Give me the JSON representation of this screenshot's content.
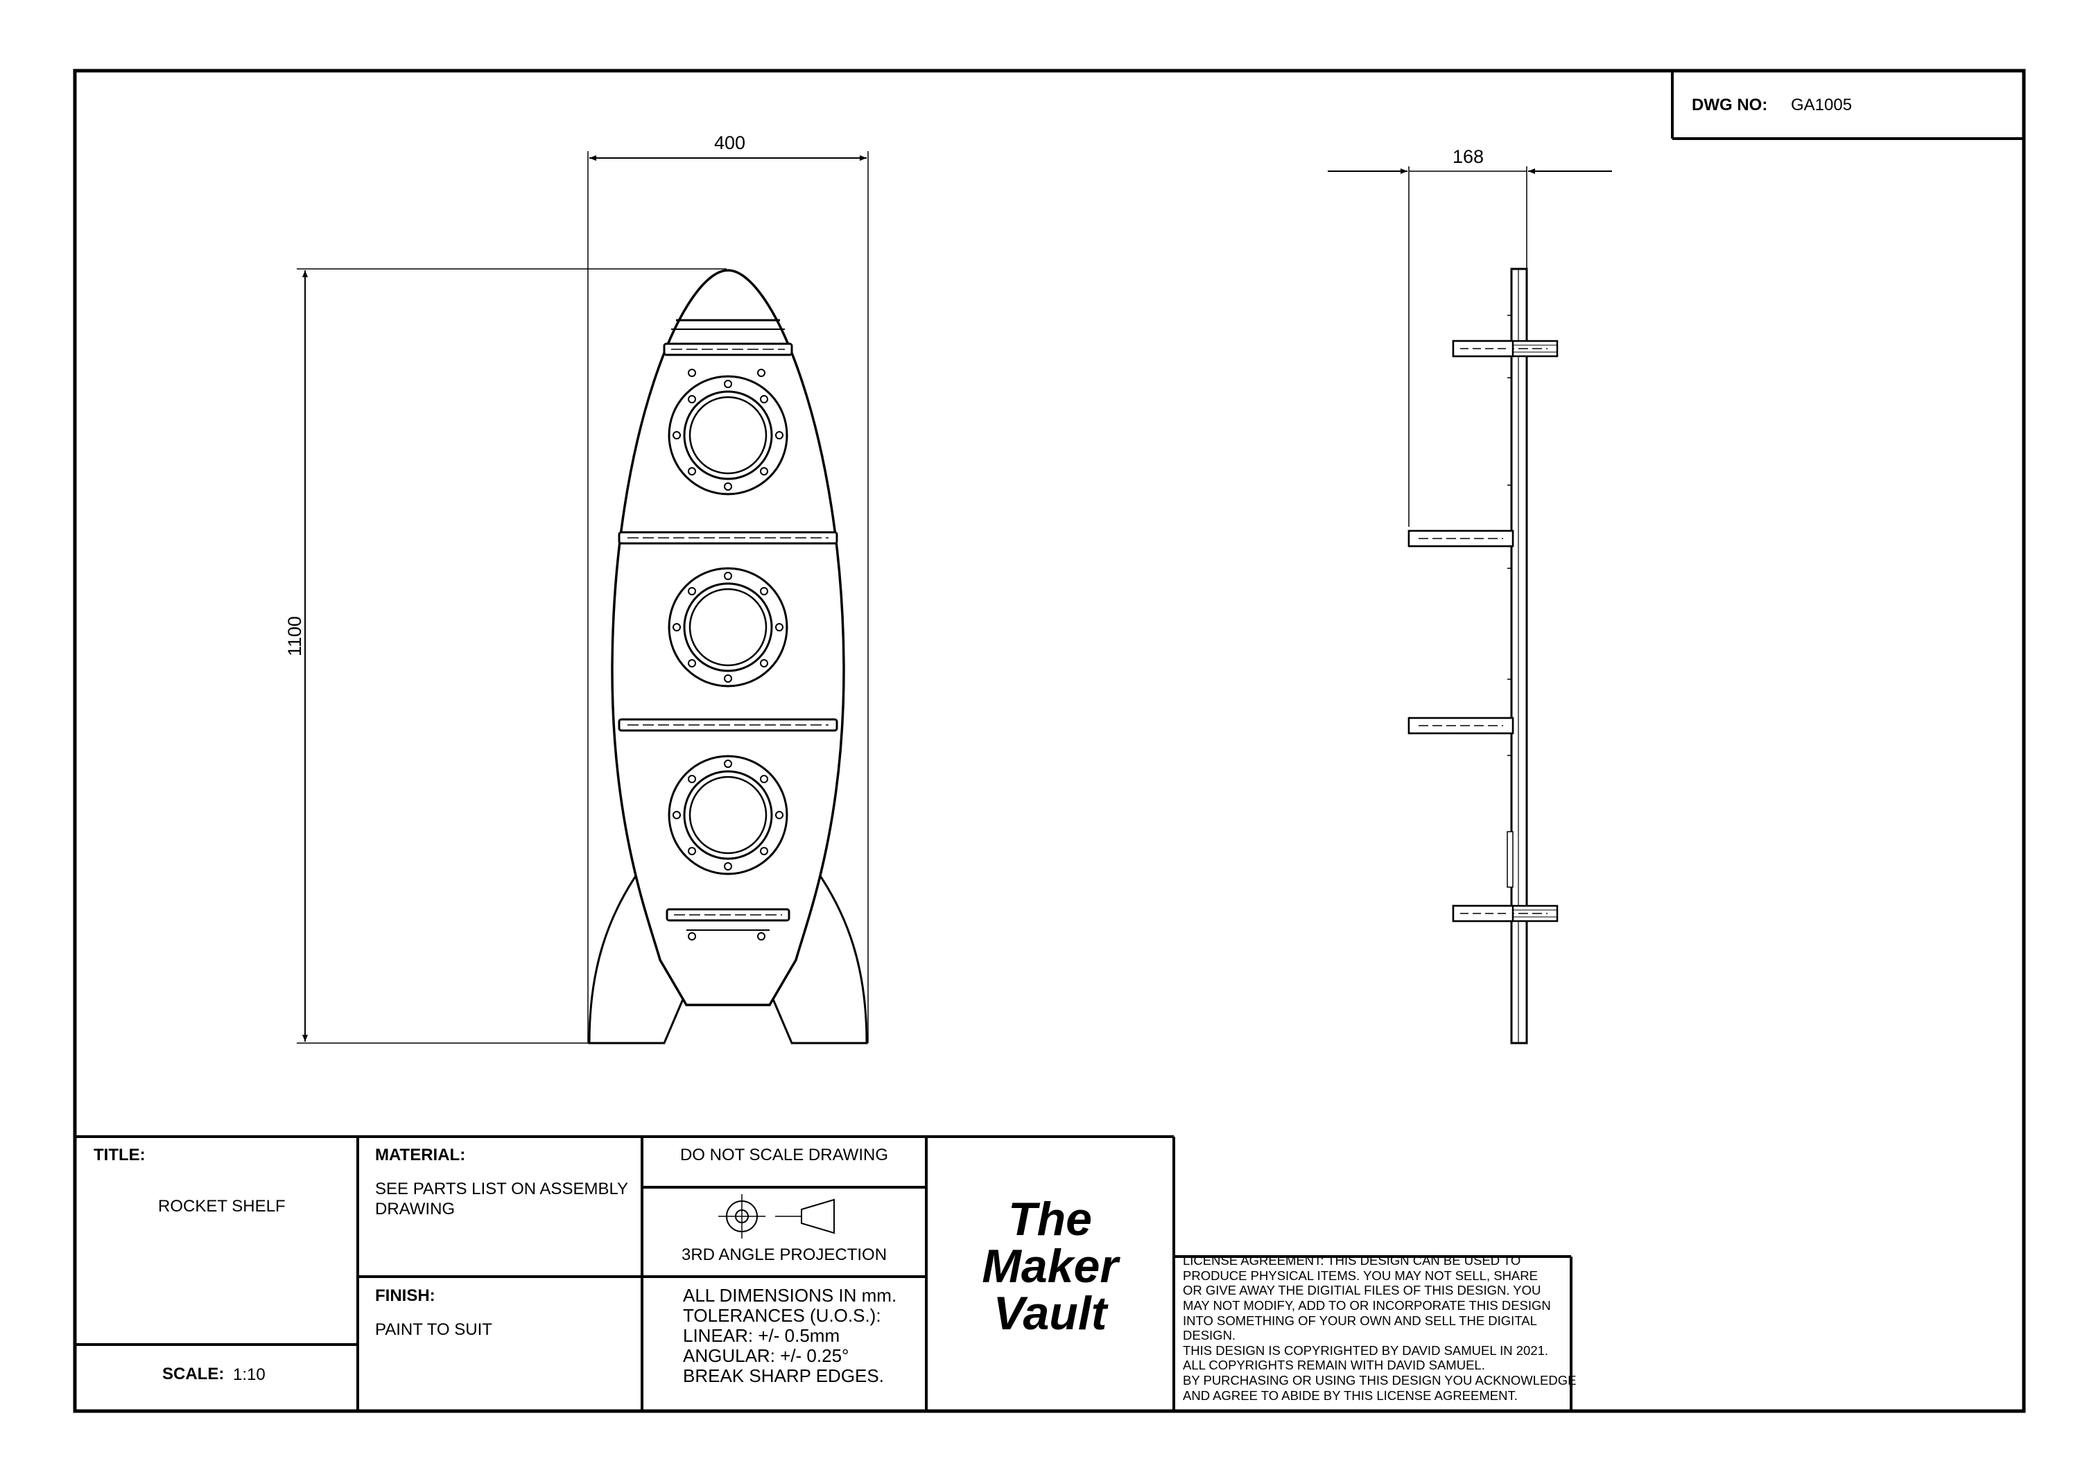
{
  "dwg": {
    "label": "DWG NO:",
    "value": "GA1005"
  },
  "dimensions": {
    "width": "400",
    "height": "1100",
    "depth": "168"
  },
  "title_block": {
    "title_label": "TITLE:",
    "title_value": "ROCKET SHELF",
    "scale_label": "SCALE:",
    "scale_value": "1:10",
    "material_label": "MATERIAL:",
    "material_line1": "SEE PARTS LIST ON ASSEMBLY",
    "material_line2": "DRAWING",
    "finish_label": "FINISH:",
    "finish_value": "PAINT TO SUIT",
    "do_not_scale": "DO NOT SCALE DRAWING",
    "projection": "3RD ANGLE PROJECTION",
    "notes": [
      "ALL DIMENSIONS IN mm.",
      "TOLERANCES (U.O.S.):",
      "LINEAR: +/- 0.5mm",
      "ANGULAR: +/- 0.25°",
      "BREAK SHARP EDGES."
    ],
    "logo": [
      "The",
      "Maker",
      "Vault"
    ]
  },
  "license": [
    "LICENSE AGREEMENT: THIS DESIGN CAN BE USED TO",
    "PRODUCE PHYSICAL ITEMS. YOU MAY NOT SELL, SHARE",
    "OR GIVE AWAY THE DIGITIAL FILES OF THIS DESIGN. YOU",
    "MAY NOT MODIFY, ADD TO OR INCORPORATE THIS DESIGN",
    "INTO SOMETHING OF YOUR OWN AND SELL THE DIGITAL",
    "DESIGN.",
    "THIS DESIGN IS COPYRIGHTED BY DAVID SAMUEL IN 2021.",
    "ALL COPYRIGHTS REMAIN WITH DAVID SAMUEL.",
    "BY PURCHASING OR USING THIS DESIGN YOU ACKNOWLEDGE",
    "AND AGREE TO ABIDE BY THIS LICENSE AGREEMENT."
  ]
}
